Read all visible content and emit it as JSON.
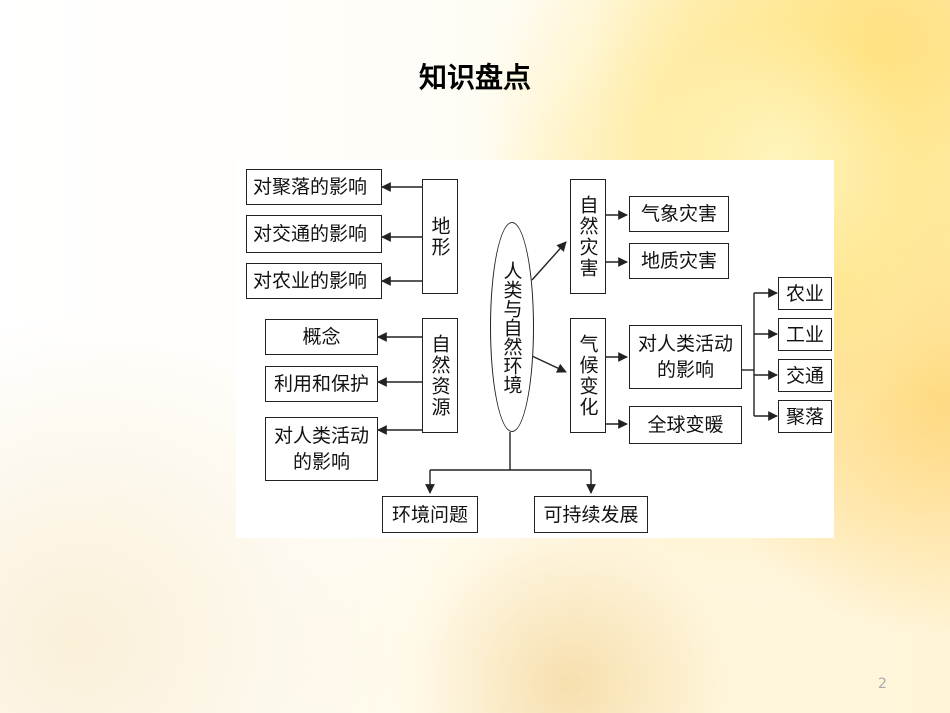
{
  "title": "知识盘点",
  "page_number": "2",
  "diagram": {
    "center": "人类与自然环境",
    "terrain": {
      "label": "地形",
      "effects": [
        "对聚落的影响",
        "对交通的影响",
        "对农业的影响"
      ]
    },
    "natural_resources": {
      "label": "自然资源",
      "items": [
        "概念",
        "利用和保护",
        "对人类活动的影响"
      ]
    },
    "natural_disasters": {
      "label": "自然灾害",
      "types": [
        "气象灾害",
        "地质灾害"
      ]
    },
    "climate_change": {
      "label": "气候变化",
      "impact": "对人类活动的影响",
      "sectors": [
        "农业",
        "工业",
        "交通",
        "聚落"
      ],
      "global_warming": "全球变暖"
    },
    "bottom": [
      "环境问题",
      "可持续发展"
    ]
  }
}
